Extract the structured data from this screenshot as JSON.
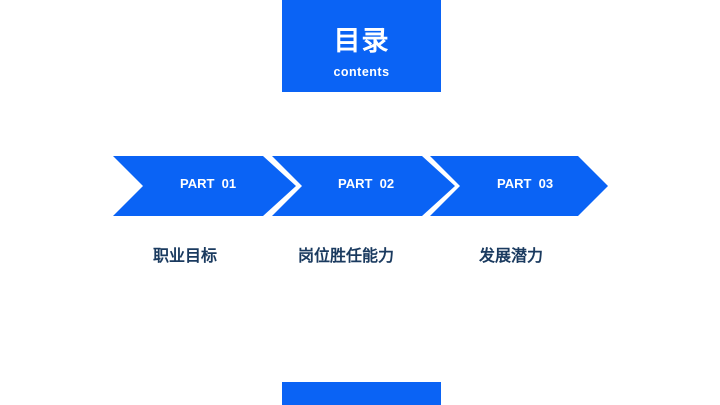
{
  "header": {
    "title": "目录",
    "subtitle": "contents"
  },
  "colors": {
    "accent": "#0a63f5",
    "label_text": "#1a3a5f",
    "background": "#ffffff"
  },
  "parts": [
    {
      "part": "PART  01",
      "label": "职业目标"
    },
    {
      "part": "PART  02",
      "label": "岗位胜任能力"
    },
    {
      "part": "PART  03",
      "label": "发展潜力"
    }
  ],
  "icons": [
    "chevron-arrow-shape"
  ]
}
